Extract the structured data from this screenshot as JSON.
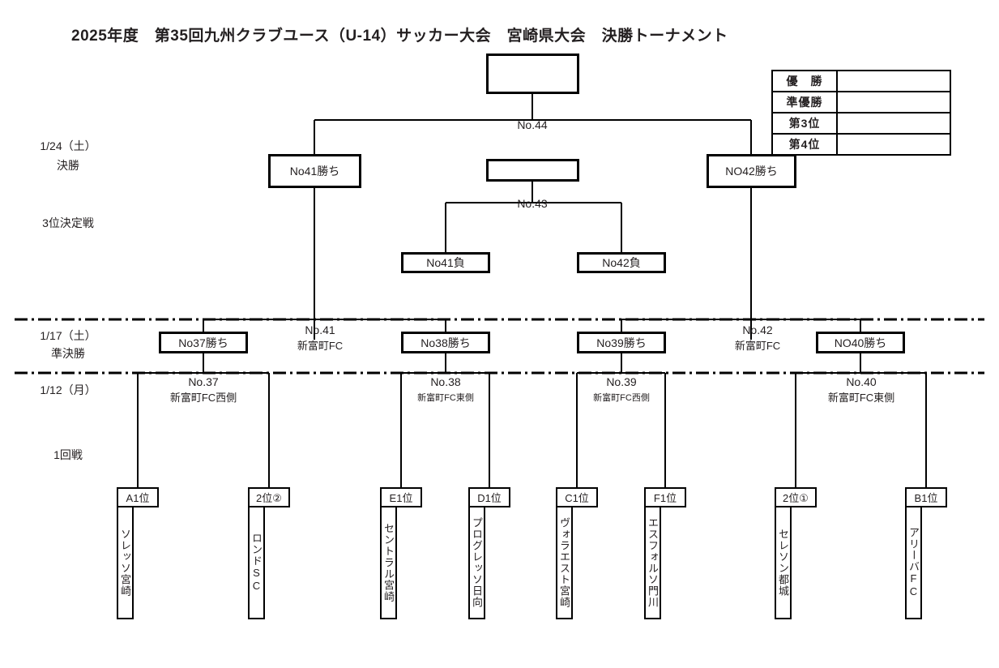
{
  "title": "2025年度　第35回九州クラブユース（U-14）サッカー大会　宮崎県大会　決勝トーナメント",
  "round_labels": [
    {
      "date": "1/24（土）",
      "round": "決勝"
    },
    {
      "date": "",
      "round": "3位決定戦"
    },
    {
      "date": "1/17（土）",
      "round": "準決勝"
    },
    {
      "date": "1/12（月）",
      "round": ""
    },
    {
      "date": "",
      "round": "1回戦"
    }
  ],
  "results_table": {
    "rows": [
      {
        "label": "優　勝",
        "value": ""
      },
      {
        "label": "準優勝",
        "value": ""
      },
      {
        "label": "第3位",
        "value": ""
      },
      {
        "label": "第4位",
        "value": ""
      }
    ]
  },
  "final": {
    "champion_box": "",
    "match_no": "No.44",
    "left": "No41勝ち",
    "right": "NO42勝ち"
  },
  "third_place": {
    "winner_box": "",
    "match_no": "No.43",
    "left": "No41負",
    "right": "No42負"
  },
  "semifinals": [
    {
      "box": "No37勝ち",
      "match_no": "No.41",
      "venue": "新富町FC"
    },
    {
      "box": "No38勝ち",
      "match_no": "No.42",
      "venue": "新富町FC"
    },
    {
      "box": "No39勝ち"
    },
    {
      "box": "NO40勝ち"
    }
  ],
  "first_round": [
    {
      "match_no": "No.37",
      "venue": "新富町FC西側"
    },
    {
      "match_no": "No.38",
      "venue": "新富町FC東側"
    },
    {
      "match_no": "No.39",
      "venue": "新富町FC西側"
    },
    {
      "match_no": "No.40",
      "venue": "新富町FC東側"
    }
  ],
  "teams": [
    {
      "seed": "A1位",
      "name": "ソレッソ宮崎"
    },
    {
      "seed": "2位②",
      "name": "ロンドSC"
    },
    {
      "seed": "E1位",
      "name": "セントラル宮崎"
    },
    {
      "seed": "D1位",
      "name": "プログレッソ日向"
    },
    {
      "seed": "C1位",
      "name": "ヴォラエスト宮崎"
    },
    {
      "seed": "F1位",
      "name": "エスフォルソ門川"
    },
    {
      "seed": "2位①",
      "name": "セレソン都城"
    },
    {
      "seed": "B1位",
      "name": "アリーバFC"
    }
  ],
  "colors": {
    "ink": "#231f20",
    "line": "#000000",
    "paper": "#ffffff"
  }
}
